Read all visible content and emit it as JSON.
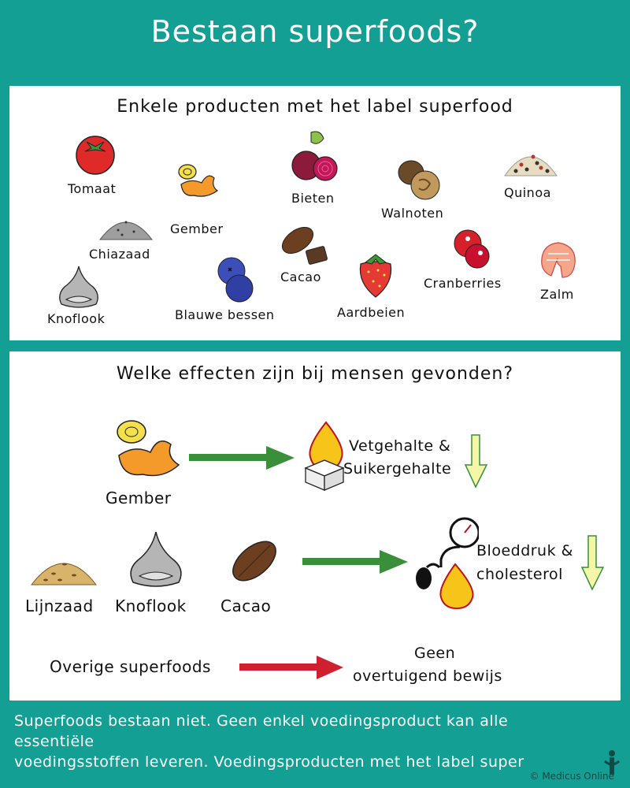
{
  "title": "Bestaan superfoods?",
  "section1": {
    "heading": "Enkele producten met het label superfood",
    "items": [
      "Tomaat",
      "Gember",
      "Bieten",
      "Walnoten",
      "Quinoa",
      "Chiazaad",
      "Cacao",
      "Cranberries",
      "Zalm",
      "Knoflook",
      "Blauwe bessen",
      "Aardbeien"
    ]
  },
  "section2": {
    "heading": "Welke effecten zijn bij mensen gevonden?",
    "row1": {
      "food": "Gember",
      "effect_line1": "Vetgehalte &",
      "effect_line2": "Suikergehalte"
    },
    "row2": {
      "foods": [
        "Lijnzaad",
        "Knoflook",
        "Cacao"
      ],
      "effect_line1": "Bloeddruk &",
      "effect_line2": "cholesterol"
    },
    "row3": {
      "food": "Overige superfoods",
      "effect_line1": "Geen",
      "effect_line2": "overtuigend bewijs"
    }
  },
  "footer": {
    "line1": "Superfoods bestaan niet. Geen enkel voedingsproduct kan alle",
    "line2": "essentiële",
    "line3": "voedingsstoffen leveren. Voedingsproducten met het label super"
  },
  "copyright": "© Medicus Online",
  "colors": {
    "background": "#139f94",
    "green_arrow": "#3a8f3a",
    "red_arrow": "#d0202f",
    "down_arrow": "#f4f7a8"
  }
}
